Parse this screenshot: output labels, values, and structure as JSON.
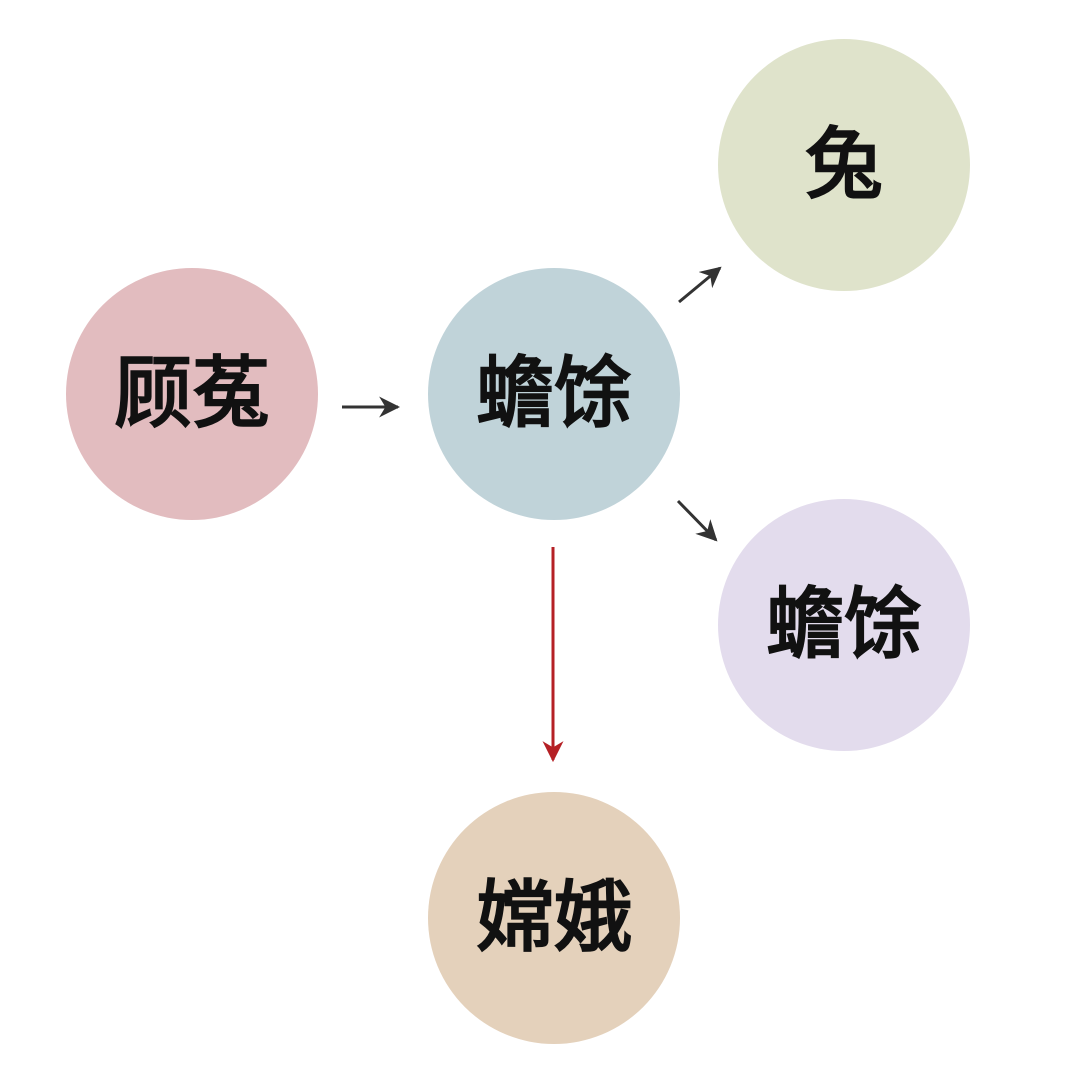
{
  "nodes": {
    "gu_tu": {
      "label": "顾菟",
      "color": "#e2bcbf"
    },
    "chan_chu_center": {
      "label": "蟾馀",
      "color": "#c0d3d9"
    },
    "tu": {
      "label": "兔",
      "color": "#dfe3cb"
    },
    "chan_chu_right": {
      "label": "蟾馀",
      "color": "#e3dced"
    },
    "chang_e": {
      "label": "嫦娥",
      "color": "#e4d1bb"
    }
  },
  "colors": {
    "arrow": "#333333",
    "highlight_arrow": "#b52025"
  },
  "edges": [
    {
      "from": "gu_tu",
      "to": "chan_chu_center",
      "style": "normal"
    },
    {
      "from": "chan_chu_center",
      "to": "tu",
      "style": "normal"
    },
    {
      "from": "chan_chu_center",
      "to": "chan_chu_right",
      "style": "normal"
    },
    {
      "from": "chan_chu_center",
      "to": "chang_e",
      "style": "highlight"
    }
  ]
}
